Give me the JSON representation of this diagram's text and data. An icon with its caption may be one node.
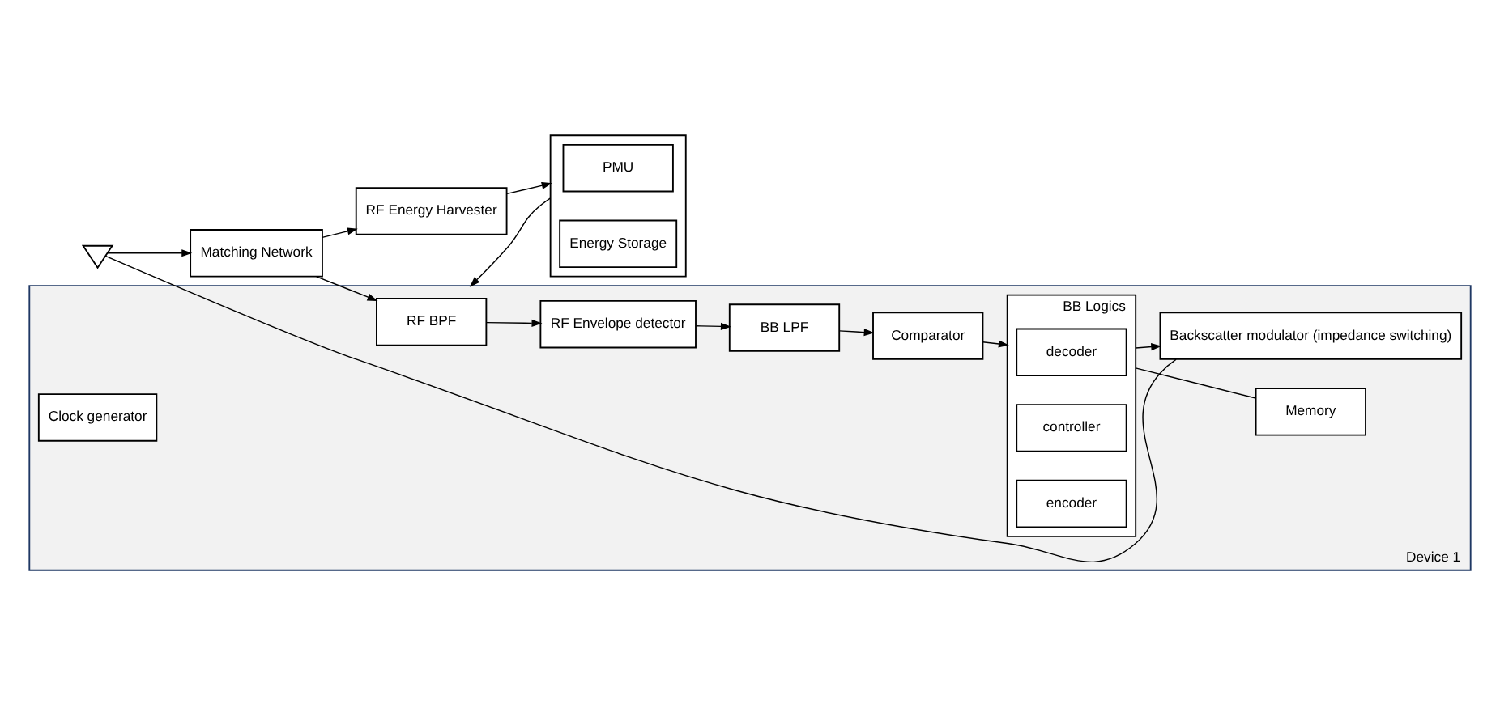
{
  "diagram": {
    "nodes": [
      {
        "text": [],
        "shape": "triangle"
      },
      {
        "text": [
          "Matching Network"
        ]
      },
      {
        "text": [
          "RF Energy Harvester"
        ]
      },
      {
        "text": [],
        "shape": "box"
      },
      {
        "text": [
          "PMU"
        ],
        "in": 3
      },
      {
        "text": [
          "Energy Storage"
        ],
        "in": 3
      },
      {
        "text": [
          "Device 1"
        ]
      },
      {
        "text": [
          "RF BPF"
        ],
        "in": 6
      },
      {
        "text": [
          "Clock generator"
        ],
        "in": 6
      },
      {
        "text": [
          "RF Envelope detector"
        ],
        "in": 6
      },
      {
        "text": [
          "BB LPF"
        ],
        "in": 6
      },
      {
        "text": [
          "Comparator"
        ],
        "in": 6
      },
      {
        "text": [
          "BB Logics"
        ],
        "in": 6
      },
      {
        "text": [
          "decoder"
        ],
        "in": 12
      },
      {
        "text": [
          "controller"
        ],
        "in": 12
      },
      {
        "text": [
          "encoder"
        ],
        "in": 12
      },
      {
        "text": [
          "Memory"
        ],
        "in": 6
      },
      {
        "text": [
          "Backscatter modulator (impedance switching)"
        ],
        "in": 6
      }
    ],
    "edges": [
      {
        "from": 0,
        "to": 1,
        "arrow": "to"
      },
      {
        "from": 1,
        "to": 2,
        "arrow": "to"
      },
      {
        "from": 2,
        "to": 3,
        "arrow": "to"
      },
      {
        "from": 3,
        "to": 6,
        "arrow": "to"
      },
      {
        "from": 1,
        "to": 7,
        "arrow": "to"
      },
      {
        "from": 7,
        "to": 9,
        "arrow": "to"
      },
      {
        "from": 9,
        "to": 10,
        "arrow": "to"
      },
      {
        "from": 10,
        "to": 11,
        "arrow": "to"
      },
      {
        "from": 11,
        "to": 12,
        "arrow": "to"
      },
      {
        "from": 12,
        "to": 16,
        "arrow": "none"
      },
      {
        "from": 12,
        "to": 17,
        "arrow": "to"
      },
      {
        "from": 17,
        "to": 0,
        "arrow": "none"
      }
    ]
  }
}
